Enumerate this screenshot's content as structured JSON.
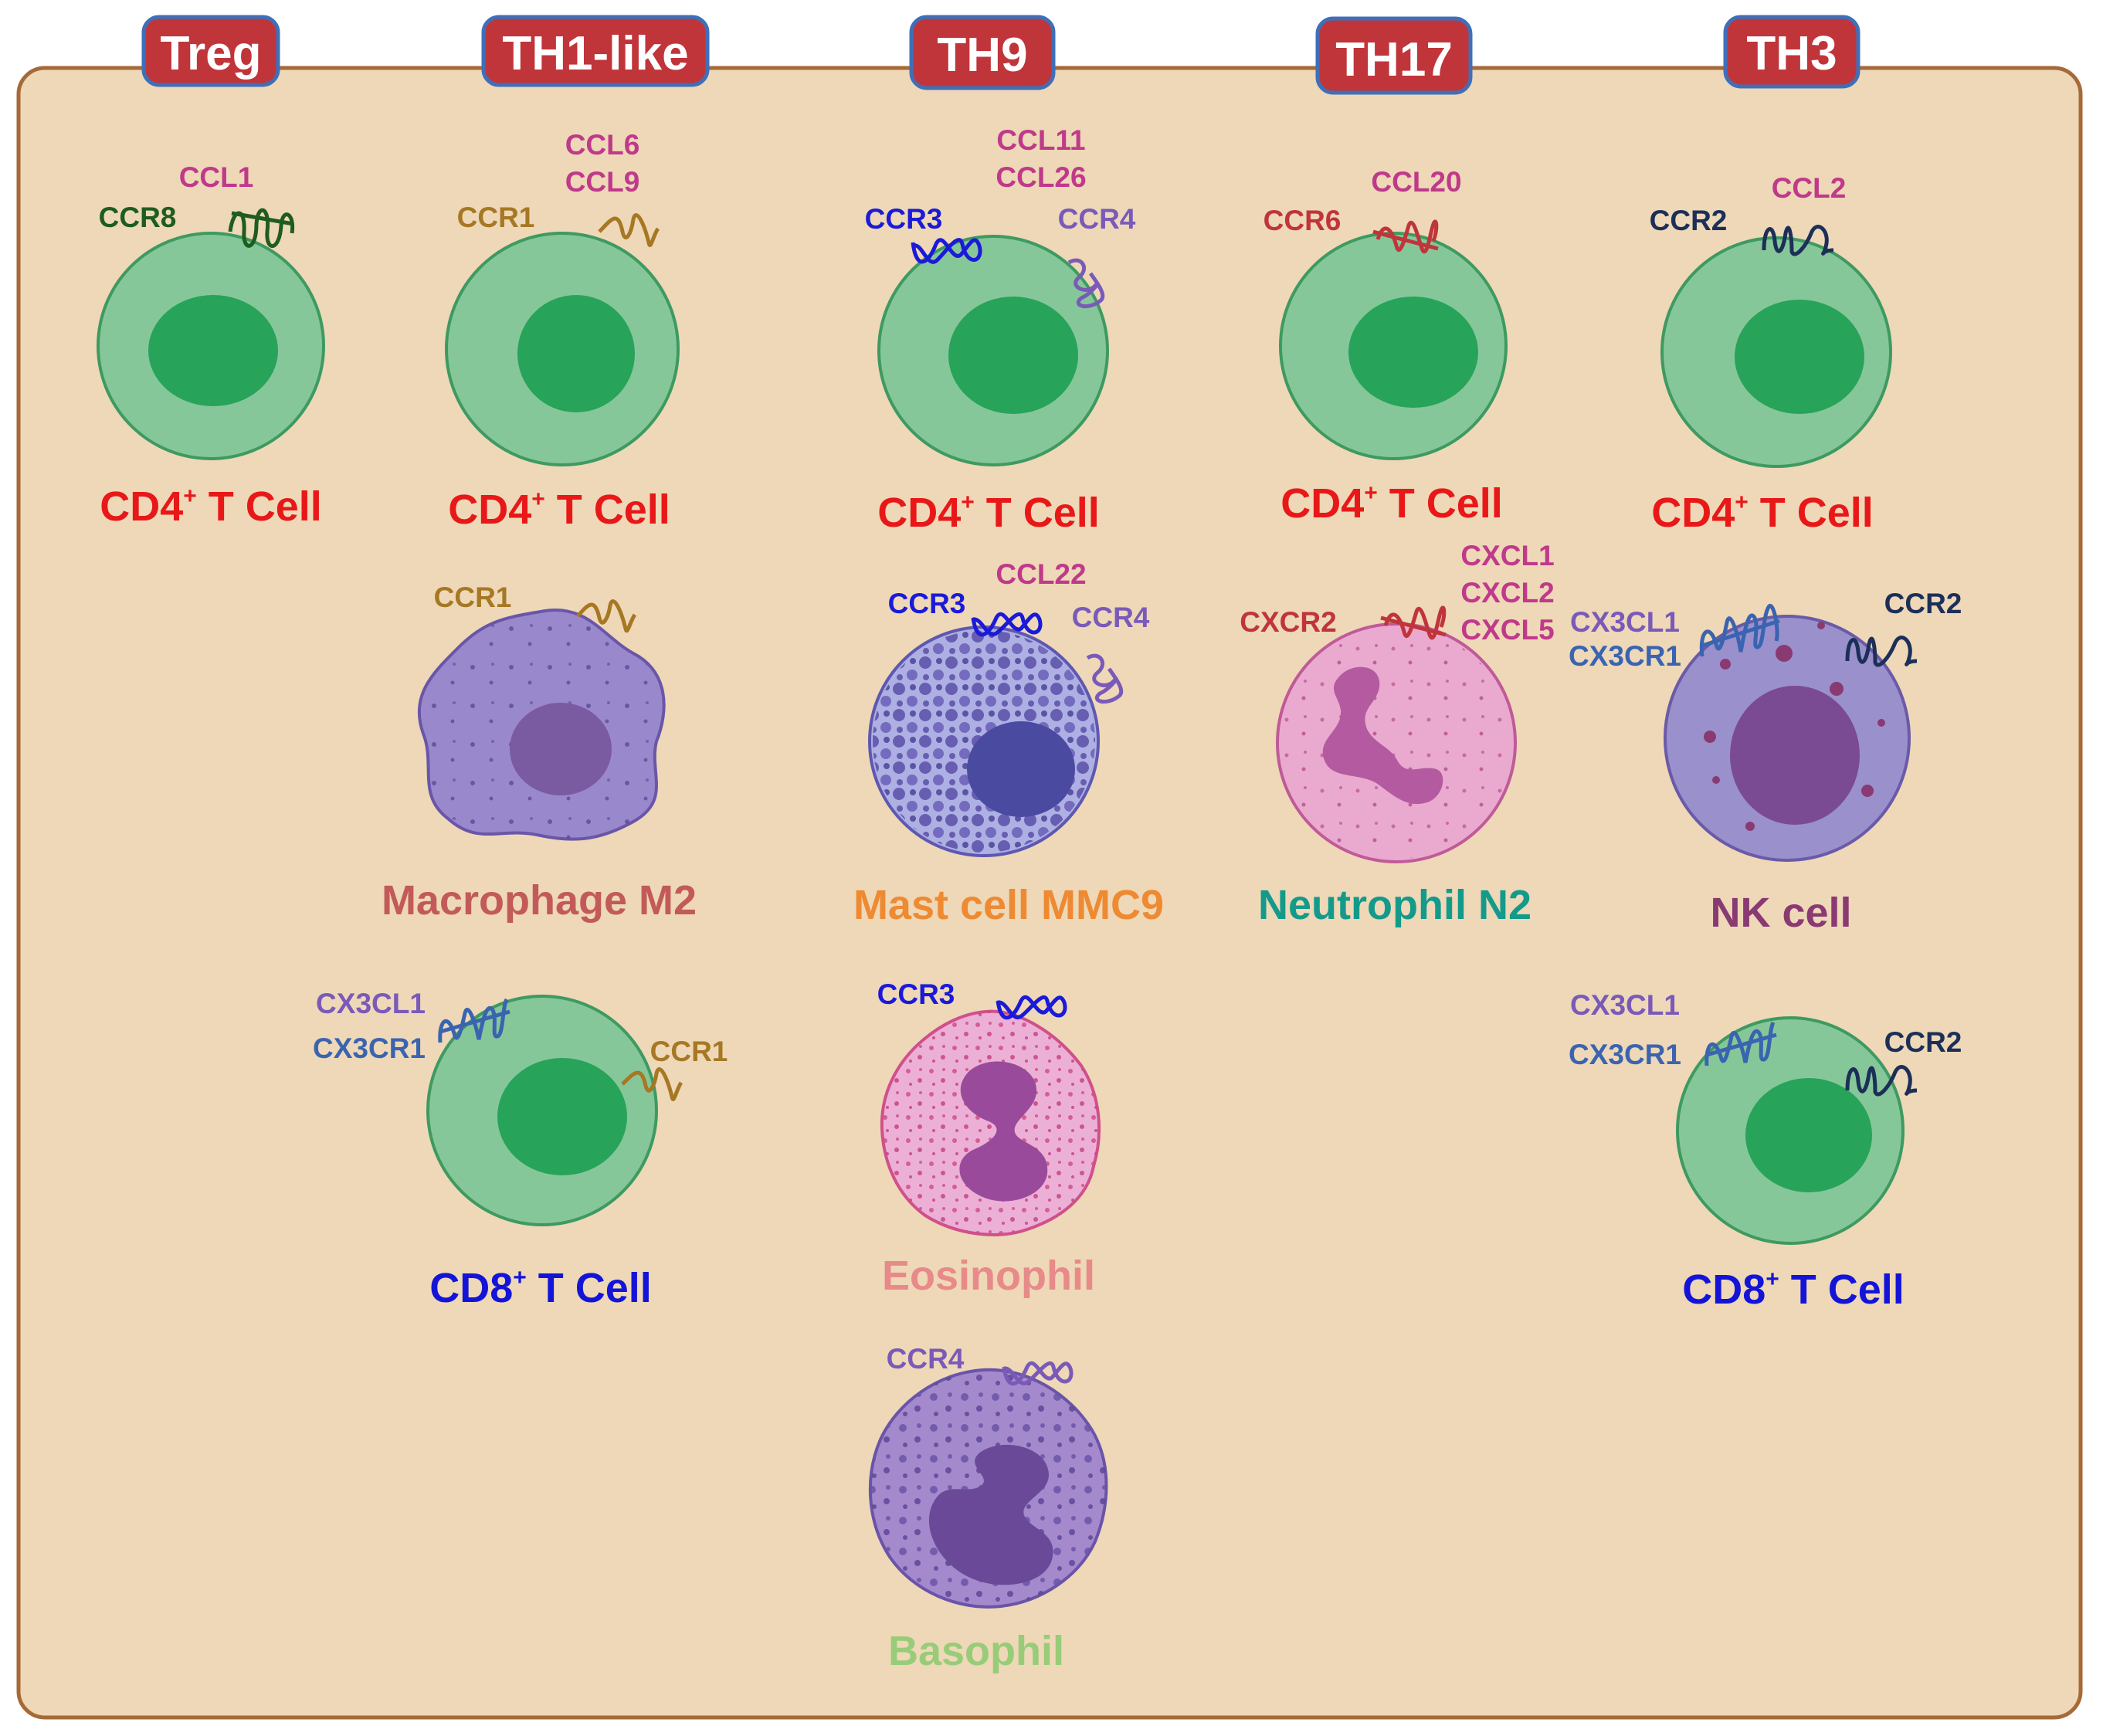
{
  "colors": {
    "panel_fill": "#eed8b8",
    "panel_stroke": "#a56a38",
    "header_fill": "#c0353a",
    "header_stroke": "#3f6fb8",
    "tcell_outer": "#86c79a",
    "tcell_nucleus": "#27a35a",
    "cd4_label": "#e81818",
    "cd8_label": "#1414d8",
    "macrophage_label": "#c25a5a",
    "mast_label": "#ee8a32",
    "neutrophil_label": "#149a8a",
    "nk_label": "#8a3a72",
    "eosinophil_label": "#e88a8a",
    "basophil_label": "#98cc78"
  },
  "headers": {
    "treg": "Treg",
    "th1": "TH1-like",
    "th9": "TH9",
    "th17": "TH17",
    "th3": "TH3"
  },
  "cells": {
    "treg_cd4": {
      "label": "CD4",
      "sup": "+",
      "suffix": " T Cell",
      "ligand": "CCL1",
      "receptor": "CCR8"
    },
    "th1_cd4": {
      "label": "CD4",
      "sup": "+",
      "suffix": " T Cell",
      "ligands": [
        "CCL6",
        "CCL9"
      ],
      "receptor": "CCR1"
    },
    "th9_cd4": {
      "label": "CD4",
      "sup": "+",
      "suffix": " T Cell",
      "ligands": [
        "CCL11",
        "CCL26"
      ],
      "receptors": [
        "CCR3",
        "CCR4"
      ]
    },
    "th17_cd4": {
      "label": "CD4",
      "sup": "+",
      "suffix": " T Cell",
      "ligand": "CCL20",
      "receptor": "CCR6"
    },
    "th3_cd4": {
      "label": "CD4",
      "sup": "+",
      "suffix": " T Cell",
      "ligand": "CCL2",
      "receptor": "CCR2"
    },
    "macrophage": {
      "label": "Macrophage M2",
      "receptor": "CCR1"
    },
    "mast": {
      "label": "Mast cell MMC9",
      "ligand": "CCL22",
      "receptors": [
        "CCR3",
        "CCR4"
      ]
    },
    "neutrophil": {
      "label": "Neutrophil N2",
      "receptor": "CXCR2",
      "ligands": [
        "CXCL1",
        "CXCL2",
        "CXCL5"
      ]
    },
    "nk": {
      "label": "NK cell",
      "ligand": "CX3CL1",
      "receptors": [
        "CX3CR1",
        "CCR2"
      ]
    },
    "th1_cd8": {
      "label": "CD8",
      "sup": "+",
      "suffix": " T Cell",
      "ligand": "CX3CL1",
      "receptors": [
        "CX3CR1",
        "CCR1"
      ]
    },
    "eosinophil": {
      "label": "Eosinophil",
      "receptor": "CCR3"
    },
    "basophil": {
      "label": "Basophil",
      "receptor": "CCR4"
    },
    "th3_cd8": {
      "label": "CD8",
      "sup": "+",
      "suffix": " T Cell",
      "ligand": "CX3CL1",
      "receptors": [
        "CX3CR1",
        "CCR2"
      ]
    }
  }
}
